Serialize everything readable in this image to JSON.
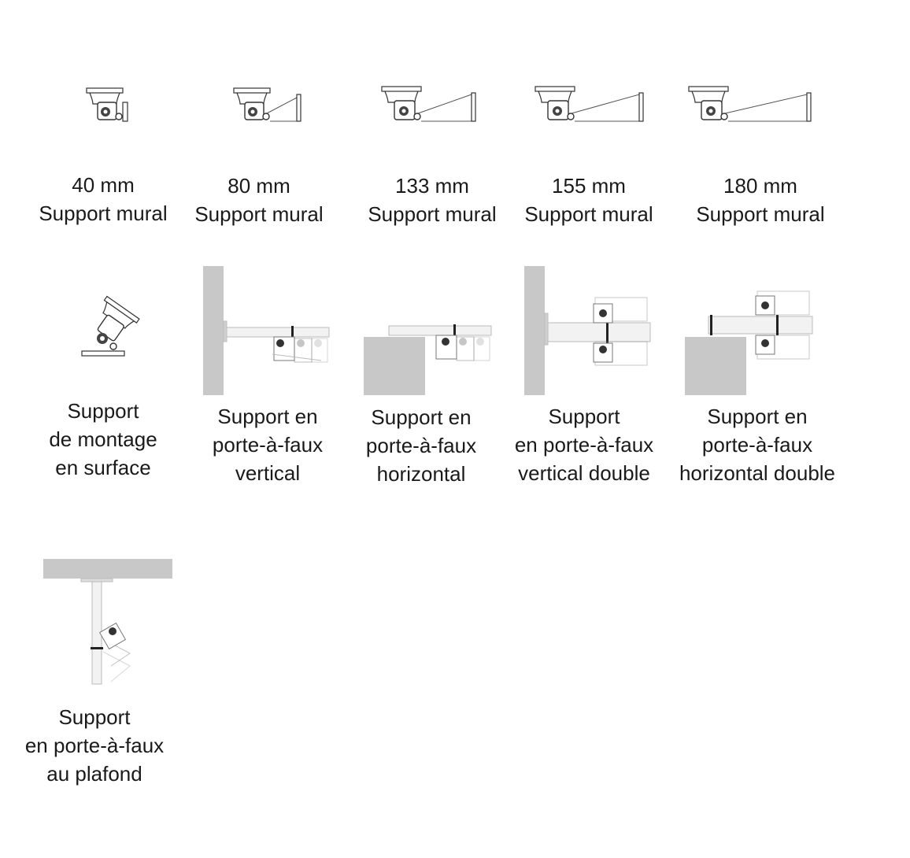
{
  "wall_mounts": [
    {
      "size": "40 mm",
      "label": "Support mural"
    },
    {
      "size": "80 mm",
      "label": "Support mural"
    },
    {
      "size": "133 mm",
      "label": "Support mural"
    },
    {
      "size": "155 mm",
      "label": "Support mural"
    },
    {
      "size": "180 mm",
      "label": "Support mural"
    }
  ],
  "mounts": [
    {
      "lines": [
        "Support",
        "de montage",
        "en surface"
      ]
    },
    {
      "lines": [
        "Support en",
        "porte-à-faux",
        "vertical"
      ]
    },
    {
      "lines": [
        "Support en",
        "porte-à-faux",
        "horizontal"
      ]
    },
    {
      "lines": [
        "Support",
        "en porte-à-faux",
        "vertical double"
      ]
    },
    {
      "lines": [
        "Support en",
        "porte-à-faux",
        "horizontal double"
      ]
    },
    {
      "lines": [
        "Support",
        "en porte-à-faux",
        "au plafond"
      ]
    }
  ],
  "colors": {
    "wall": "#c8c8c8",
    "line": "#333333",
    "fade": "#dcdcdc",
    "text": "#1a1a1a"
  }
}
